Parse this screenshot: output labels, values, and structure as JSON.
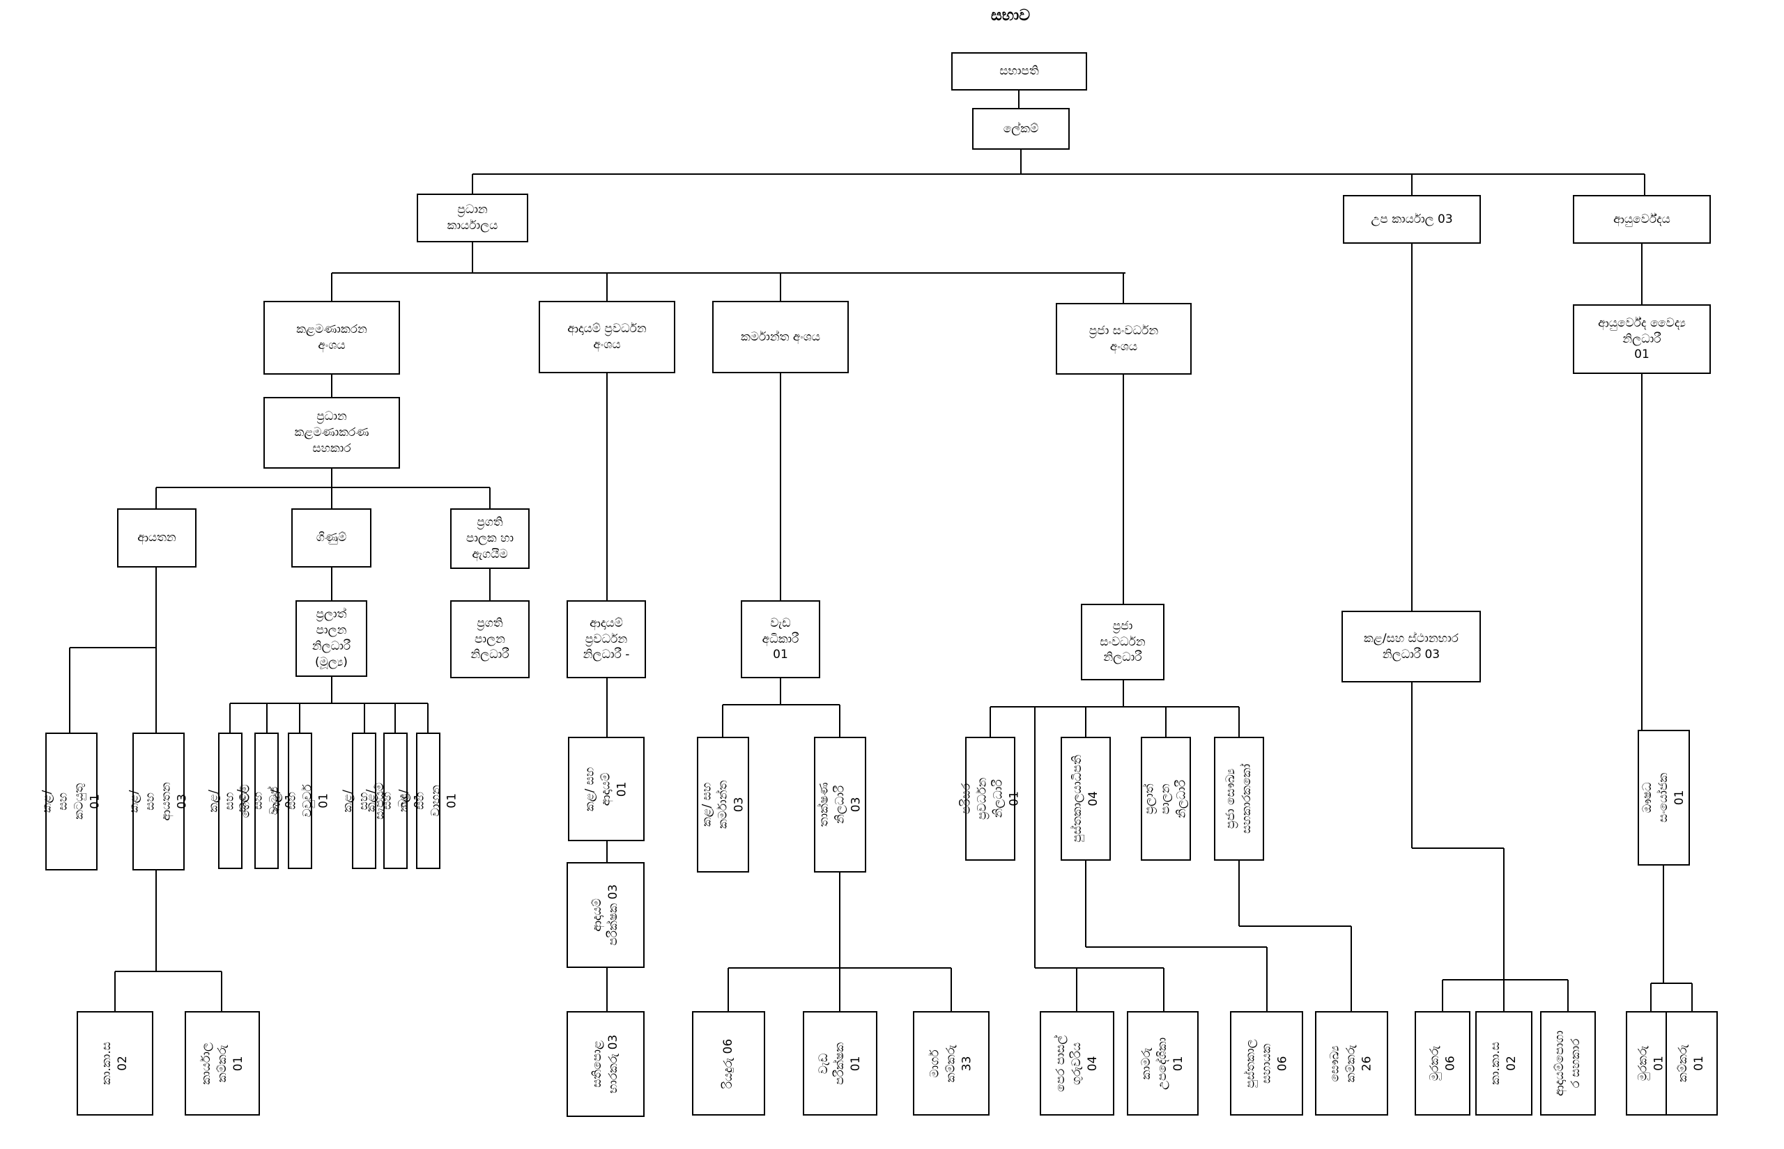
{
  "title": "සභාව",
  "nodes": {
    "chairman": "සභාපති",
    "secretary": "ලේකම්",
    "head_office": "ප්‍රධාන\nකාර්යාලය",
    "sub_office": "උප කාර්යාල      03",
    "ayurveda": "ආයුර්වේදය",
    "admin_div": "කළමණාකරන\nඅංශය",
    "revenue_div": "ආදායම් ප්‍රවර්ධන\nඅංශය",
    "works_div": "කර්මාන්ත     අංශය",
    "community_div": "ප්‍රජා සංවර්ධන\nඅංශය",
    "chief_mgmt_asst": "ප්‍රධාන\nකළමණාකරණ\nසහකාර",
    "establishment": "ආයතන",
    "accounts": "ගිණුම්",
    "progress_monitoring": "ප්‍රගති\nපාලක හා\nඇගයීම",
    "dev_officer_pradeshiya": "ප්‍රලාත්\nපාලන\nනිලධාරී\n(මූල්‍ය)",
    "progress_officer": "ප්‍රගති\nපාලන\nනිලධාරී",
    "revenue_officer": "ආදායම්\nප්‍රවර්ධන\nනිලධාරී -",
    "works_supt": "වැඩ\nඅධිකාරී\n01",
    "community_officer": "ප්‍රජා\nසංවර්ධන\nනිලධාරී",
    "mgmt_asst_sub": "කළ/සහ ස්ථානභාර\nනිලධාරී    03",
    "ayur_doctor": "ආයුර්වේද වෛද්‍ය\nනිලධාරී\n01",
    "ma_subject": "කළ/ සහ කටයුතු\n01",
    "ma_establishment": "කළ/ සහ ආයතන\n03",
    "ma_payments": "කළ/ සහ ගෙවීම්",
    "ma_salary": "කළ/ සහ වැටුප්    01",
    "ma_vouchers": "කළ/ සහ වවුචර්   01",
    "ma_stores": "කළ/ සහ සැපයුම්",
    "ma_tax": "කළ/ සහ බදු     01",
    "ma_vehicles": "කළ/ සහ වාහන    01",
    "ma_revenue": "කළ/ සහ\nආදායම්\n01",
    "revenue_inspector": "ආදායම්\nපරීක්ෂක 03",
    "fair_collector": "සතිපොළ\nභාරකරු  03",
    "ma_works": "කළ/ සහ\nකර්මාන්ත 03",
    "technical_officer": "තාක්ෂණ නිලධාරී\n03",
    "driver": "රියදුරු   06",
    "work_supervisor": "වැඩ\nපරීක්ෂක\n01",
    "road_labourer": "මාර්ග\nකම්කරු\n33",
    "env_officer": "පරිසර ප්‍රවර්ධන\nනිලධාරී 01",
    "librarian": "පුස්තකාලයාධිපති\n04",
    "dev_officer_lg": "ප්‍රලාත් පාලන\nනිලධාරී",
    "health_inspector": "ප්‍රජා සෞඛ්‍ය\nසහකාරකකෝ",
    "preschool_teacher": "පෙර පාසල්\nගුරුවරිය\n04",
    "library_attendant": "කාමරු\nඋපදේශිකා\n01",
    "library_asst": "පුස්තකාල\nසහායක\n06",
    "health_labourer": "සෞඛ්‍ය\nකම්කරු\n26",
    "watcher_sub": "මුරකරු\n06",
    "ko_sub": "කා.කා.ස\n02",
    "library_aide": "ආදායම්පොගා\nර සහකාර",
    "dispenser": "ඖෂධ සංයෝජක\n01",
    "watcher_ayur": "මුරකරු\n01",
    "labourer_ayur": "කම්කරු\n01",
    "ko_admin": "කා.කා.ස\n02",
    "office_labourer": "කාර්යාල\nකම්කරු\n01"
  }
}
